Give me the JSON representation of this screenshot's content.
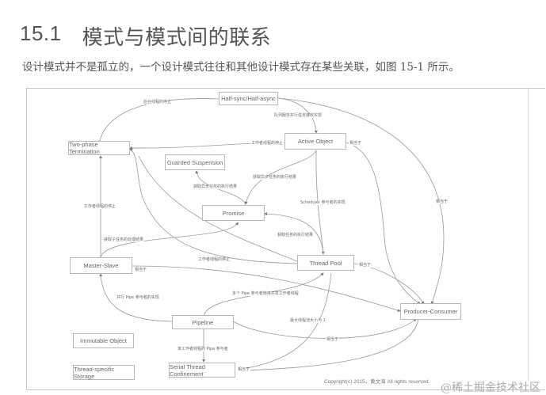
{
  "heading": {
    "number": "15.1",
    "title": "模式与模式间的联系"
  },
  "intro": "设计模式并不是孤立的，一个设计模式往往和其他设计模式存在某些关联，如图 15-1 所示。",
  "figure": {
    "nodes": {
      "half_sync": "Half-sync/Half-async",
      "two_phase": "Two-phase Termination",
      "active_object": "Active Object",
      "guarded": "Guarded Suspension",
      "promise": "Promise",
      "master_slave": "Master-Slave",
      "thread_pool": "Thread Pool",
      "producer_consumer": "Producer-Consumer",
      "pipeline": "Pipeline",
      "immutable": "Immutable Object",
      "serial_thread": "Serial Thread Confinement",
      "thread_specific": "Thread-specific Storage"
    },
    "edge_labels": {
      "hs_to_tp": "后台线程的停止",
      "hs_to_ao": "队列服务并行任务接收实现",
      "ao_to_tp": "工作者线程的停止",
      "ao_similar": "相当于",
      "hs_similar": "相当于",
      "promise_to_guarded": "获取异步任务的执行结果",
      "ao_to_promise": "获取异步任务的执行结果",
      "scheduler": "Scheduler 参与者的实现",
      "ms_to_tpterm": "工作者线程的停止",
      "ms_to_promise": "获取子任务的处理结果",
      "pool_to_promise": "获取任务的执行结果",
      "pool_to_tpterm": "工作者线程的停止",
      "ms_similar": "相当于",
      "pool_similar": "相当于",
      "pipeline_to_ms": "并行 Pipe 参与者的实现",
      "pipeline_to_pool": "多个 Pipe 参与者使用共享工作者线程",
      "max_threads": "最大线程池大小为 1",
      "pipeline_similar": "相当于",
      "pipeline_to_serial": "单工作者线程的 Pipe 参与者",
      "serial_similar": "相当于"
    },
    "copyright": "Copyright(c) 2015，黄文海 All rights reserved."
  },
  "watermark": "@稀土掘金技术社区"
}
